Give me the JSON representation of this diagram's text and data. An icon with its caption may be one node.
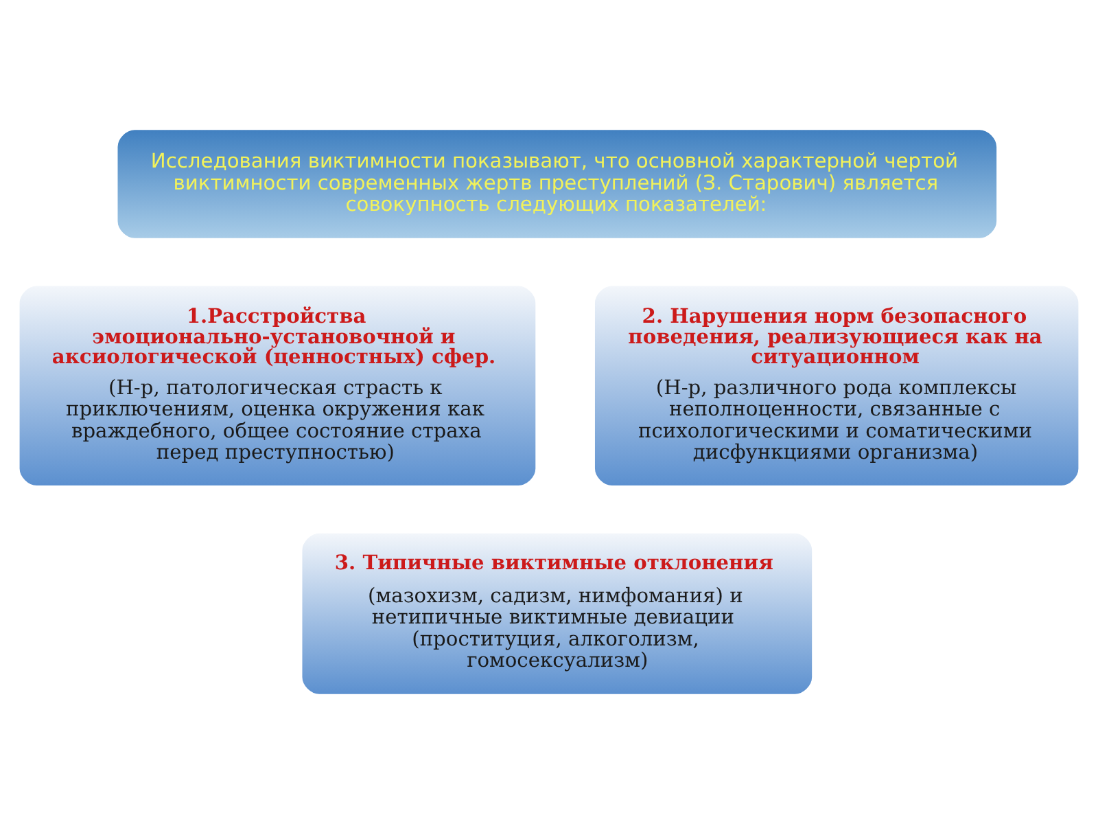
{
  "diagram": {
    "nodes": [
      {
        "text": [
          "Исследования виктимности показывают, что основной характерной чертой виктимности современных жертв преступлений (З. Старович) является совокупность следующих показателей:"
        ]
      },
      {
        "text": [
          "1.Расстройства эмоционально-установочной и аксиологической (ценностных) сфер.",
          "(Н-р, патологическая страсть к приключениям, оценка окружения как враждебного, общее состояние страха перед преступностью)"
        ]
      },
      {
        "text": [
          "2. Нарушения норм безопасного поведения, реализующиеся как на ситуационном",
          "(Н-р, различного рода комплексы неполноценности, связанные с психологическими и соматическими дисфункциями организма)"
        ]
      },
      {
        "text": [
          "3. Типичные виктимные отклонения",
          "(мазохизм, садизм, нимфомания) и нетипичные виктимные девиации (проституция, алкоголизм, гомосексуализм)"
        ]
      }
    ],
    "edges": []
  }
}
